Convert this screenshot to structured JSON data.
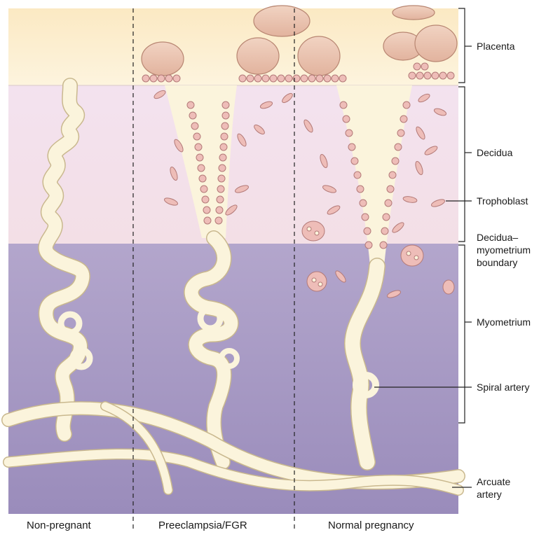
{
  "colors": {
    "placenta_bg": "#fdf2d8",
    "decidua_bg": "#f1e4ee",
    "myometrium_bg": "#a89cc6",
    "vessel": "#fbf4dc",
    "vessel_outline": "#c9b88e",
    "placenta_lobe": "#edc7b4",
    "trophoblast": "#eebdb8"
  },
  "labels": {
    "placenta": "Placenta",
    "decidua": "Decidua",
    "trophoblast": "Trophoblast",
    "boundary_line1": "Decidua–",
    "boundary_line2": "myometrium",
    "boundary_line3": "boundary",
    "myometrium": "Myometrium",
    "spiral_artery": "Spiral artery",
    "arcuate_line1": "Arcuate",
    "arcuate_line2": "artery"
  },
  "columns": {
    "non_pregnant": "Non-pregnant",
    "preeclampsia": "Preeclampsia/FGR",
    "normal": "Normal pregnancy"
  }
}
